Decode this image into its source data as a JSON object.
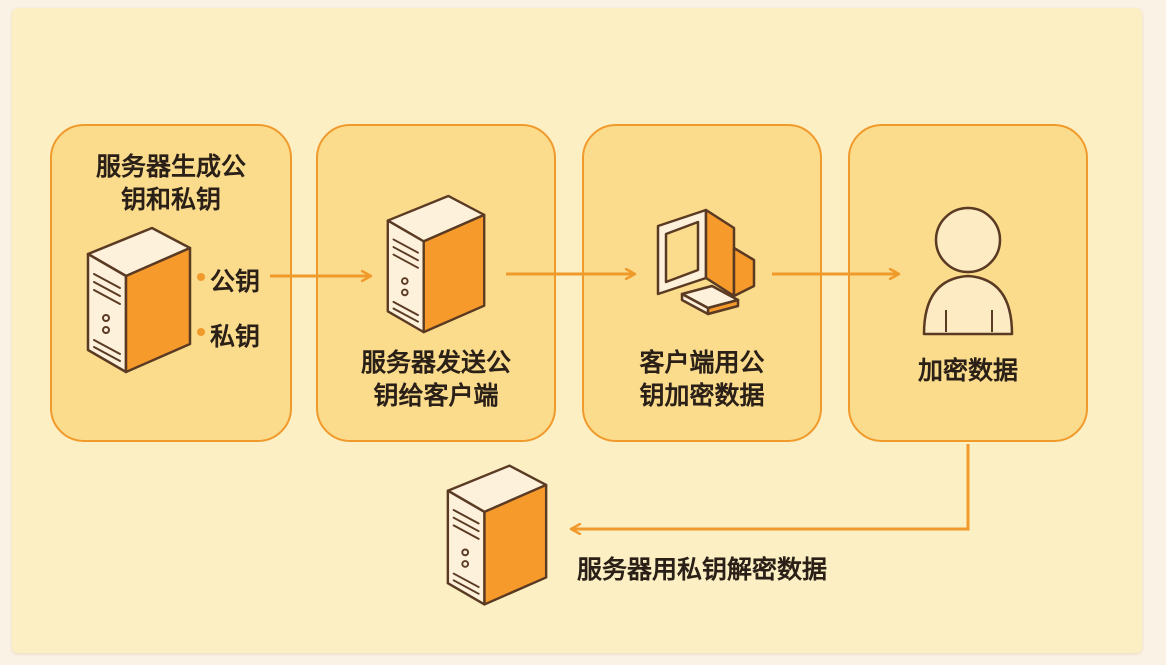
{
  "steps": [
    {
      "label": "服务器生成公\n钥和私钥",
      "icon": "server-icon"
    },
    {
      "label": "服务器发送公\n钥给客户端",
      "icon": "server-icon"
    },
    {
      "label": "客户端用公\n钥加密数据",
      "icon": "computer-icon"
    },
    {
      "label": "加密数据",
      "icon": "user-icon"
    }
  ],
  "keys": {
    "public": "公钥",
    "private": "私钥"
  },
  "final_step": {
    "label": "服务器用私钥解密数据",
    "icon": "server-icon"
  },
  "colors": {
    "box_fill": "#fbdc8c",
    "box_border": "#f19a2c",
    "arrow": "#f19a2c",
    "background": "#fcefc4"
  }
}
